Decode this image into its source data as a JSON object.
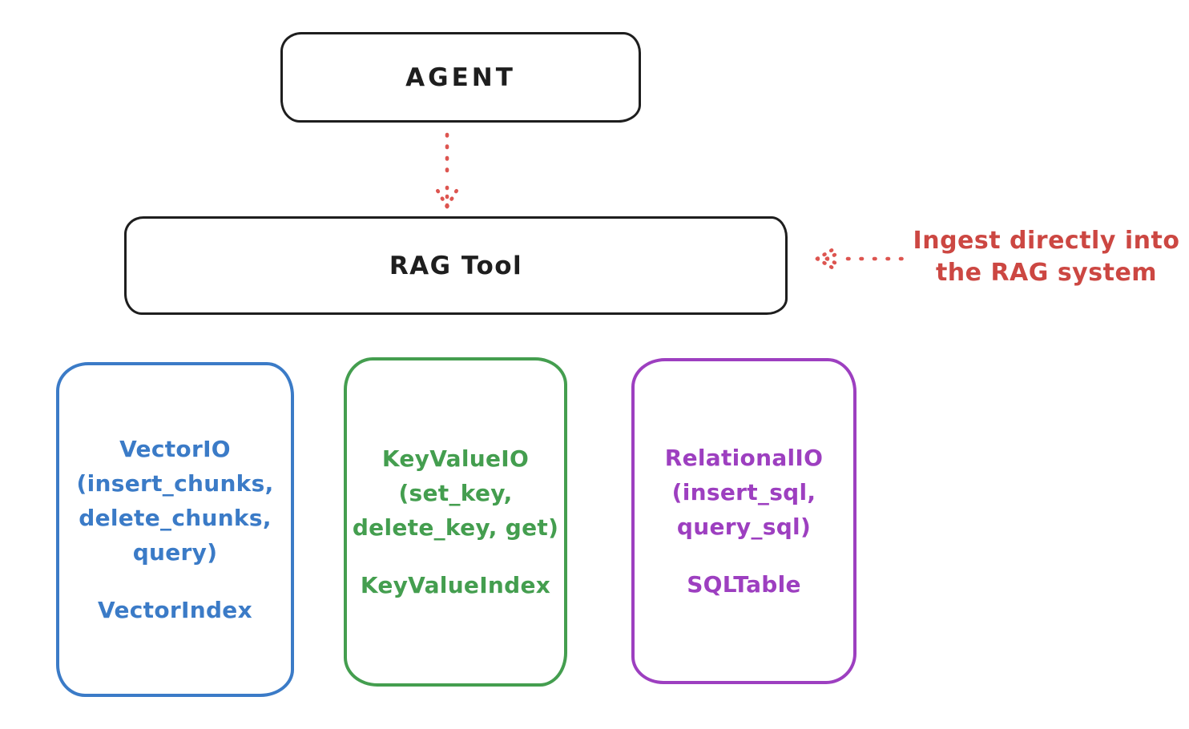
{
  "agent": {
    "label": "AGENT"
  },
  "rag_tool": {
    "label": "RAG Tool"
  },
  "annotation": {
    "line1": "Ingest directly into",
    "line2": "the RAG system",
    "color": "#cc4742"
  },
  "arrows": {
    "agent_to_rag": {
      "icon": "dotted-arrow-down-icon",
      "direction": "down",
      "color": "#dd5550"
    },
    "annotation_to_rag": {
      "icon": "dotted-arrow-left-icon",
      "direction": "left",
      "color": "#dd5550"
    }
  },
  "storage_boxes": [
    {
      "title_lines": [
        "VectorIO",
        "(insert_chunks,",
        "delete_chunks,",
        "query)"
      ],
      "index_label": "VectorIndex",
      "color": "#3b7bc7"
    },
    {
      "title_lines": [
        "KeyValueIO",
        "(set_key,",
        "delete_key, get)"
      ],
      "index_label": "KeyValueIndex",
      "color": "#449e4f"
    },
    {
      "title_lines": [
        "RelationalIO",
        "(insert_sql,",
        "query_sql)"
      ],
      "index_label": "SQLTable",
      "color": "#9d3fc0"
    }
  ],
  "colors": {
    "stroke": "#1e1e1e",
    "red": "#dd5550",
    "blue": "#3b7bc7",
    "green": "#449e4f",
    "purple": "#9d3fc0",
    "background": "#ffffff"
  }
}
